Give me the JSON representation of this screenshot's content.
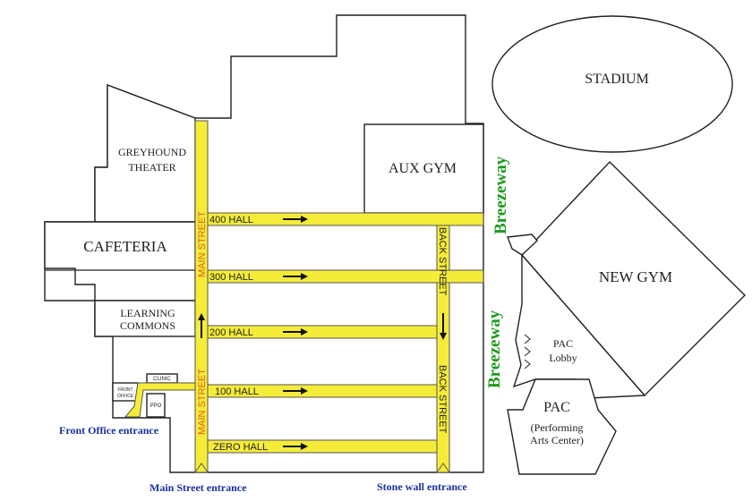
{
  "labels": {
    "stadium": "STADIUM",
    "greyhound_line1": "GREYHOUND",
    "greyhound_line2": "THEATER",
    "aux_gym": "AUX GYM",
    "cafeteria": "CAFETERIA",
    "learning_line1": "LEARNING",
    "learning_line2": "COMMONS",
    "new_gym": "NEW GYM",
    "pac_lobby_line1": "PAC",
    "pac_lobby_line2": "Lobby",
    "pac": "PAC",
    "pac_full_line1": "(Performing",
    "pac_full_line2": "Arts Center)",
    "clinic": "CLINIC",
    "front_office_line1": "FRONT",
    "front_office_line2": "OFFICE",
    "ppo": "PPO"
  },
  "halls": {
    "h400": "400 HALL",
    "h300": "300 HALL",
    "h200": "200 HALL",
    "h100": "100 HALL",
    "zero": "ZERO HALL"
  },
  "streets": {
    "main_top": "MAIN STREET",
    "main_bottom": "MAIN STREET",
    "back_top": "BACK STREET",
    "back_bottom": "BACK STREET"
  },
  "breezeways": {
    "upper": "Breezeway",
    "lower": "Breezeway"
  },
  "entrances": {
    "front_office": "Front Office entrance",
    "main_street": "Main Street entrance",
    "stone_wall": "Stone wall entrance"
  },
  "colors": {
    "hallway": "#f5ec3a",
    "street_text": "#e05a1a",
    "breezeway_text": "#1f9a1f",
    "entrance_text": "#1a2fa0"
  }
}
